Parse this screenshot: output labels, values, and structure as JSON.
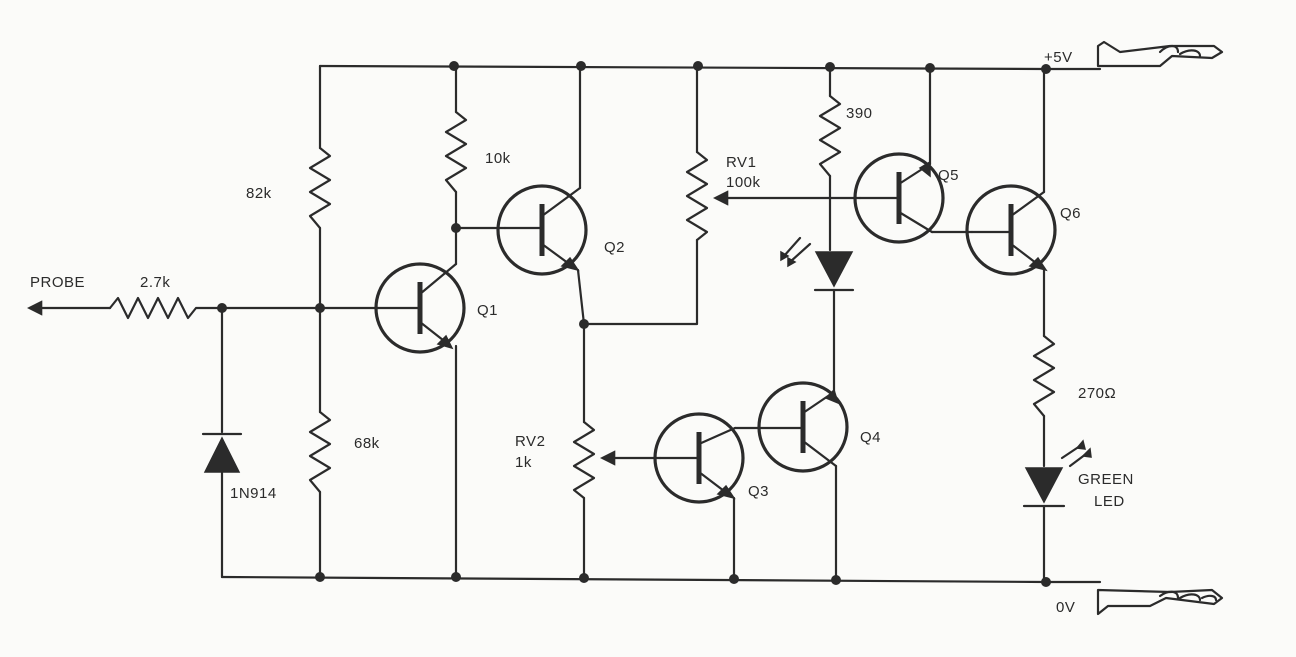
{
  "labels": {
    "probe": "PROBE",
    "r_probe": "2.7k",
    "r_82k": "82k",
    "r_68k": "68k",
    "diode": "1N914",
    "r_10k": "10k",
    "q1": "Q1",
    "q2": "Q2",
    "q3": "Q3",
    "q4": "Q4",
    "q5": "Q5",
    "q6": "Q6",
    "rv1_name": "RV1",
    "rv1_value": "100k",
    "rv2_name": "RV2",
    "rv2_value": "1k",
    "r_390": "390",
    "r_270": "270Ω",
    "led_line1": "GREEN",
    "led_line2": "LED",
    "plus5v": "+5V",
    "zero_v": "0V"
  }
}
